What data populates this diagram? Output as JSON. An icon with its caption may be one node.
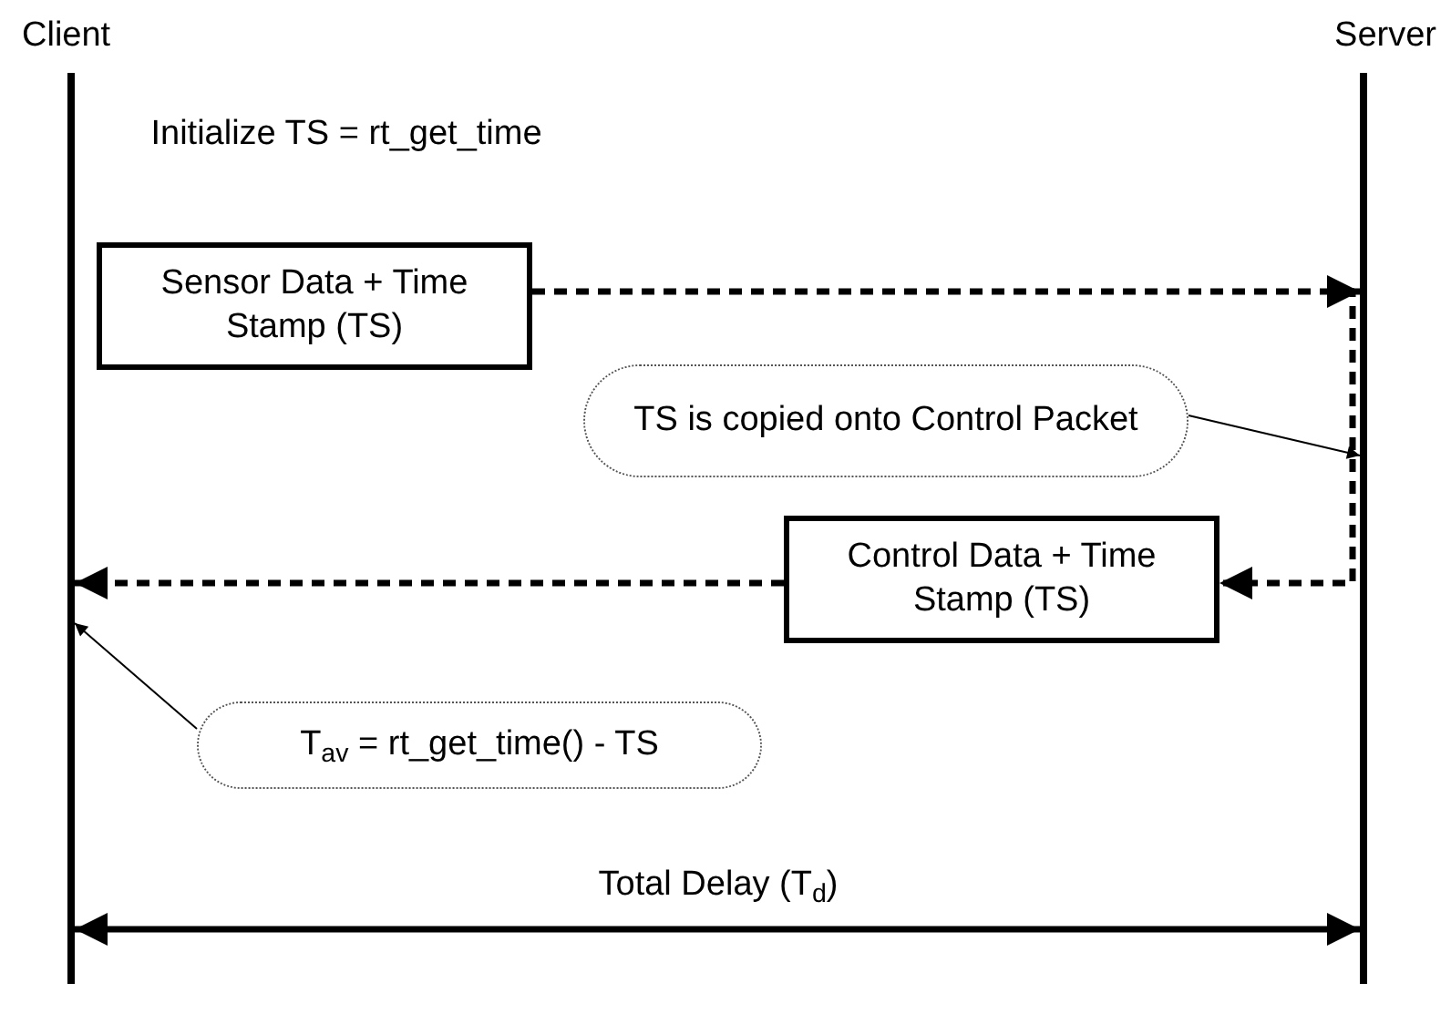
{
  "diagram": {
    "nodes": [
      {
        "text": [],
        "shape": "bar",
        "beside": [
          "Client"
        ]
      },
      {
        "text": [],
        "shape": "bar",
        "beside": [
          "Server"
        ]
      },
      {
        "text": [
          "Sensor Data + Time Stamp (TS)"
        ],
        "beside": [
          "Initialize TS = rt_get_time"
        ]
      },
      {
        "text": [
          "TS is copied onto Control Packet"
        ]
      },
      {
        "text": [
          "Control Data + Time Stamp (TS)"
        ]
      },
      {
        "text": [
          "T$_{av}$ = rt_get_time() - TS"
        ]
      }
    ],
    "edges": [
      {
        "from": 2,
        "to": 1,
        "arrow": "to",
        "style": "dashed"
      },
      {
        "from": 1,
        "to": 4,
        "arrow": "to",
        "style": "dashed"
      },
      {
        "from": 4,
        "to": 0,
        "arrow": "to",
        "style": "dashed"
      },
      {
        "from": 3,
        "to": 1,
        "arrow": "to"
      },
      {
        "from": 5,
        "to": 0,
        "arrow": "to"
      },
      {
        "from": 0,
        "to": 1,
        "arrow": "both",
        "label": "Total Delay (T$_{d}$)"
      }
    ]
  }
}
